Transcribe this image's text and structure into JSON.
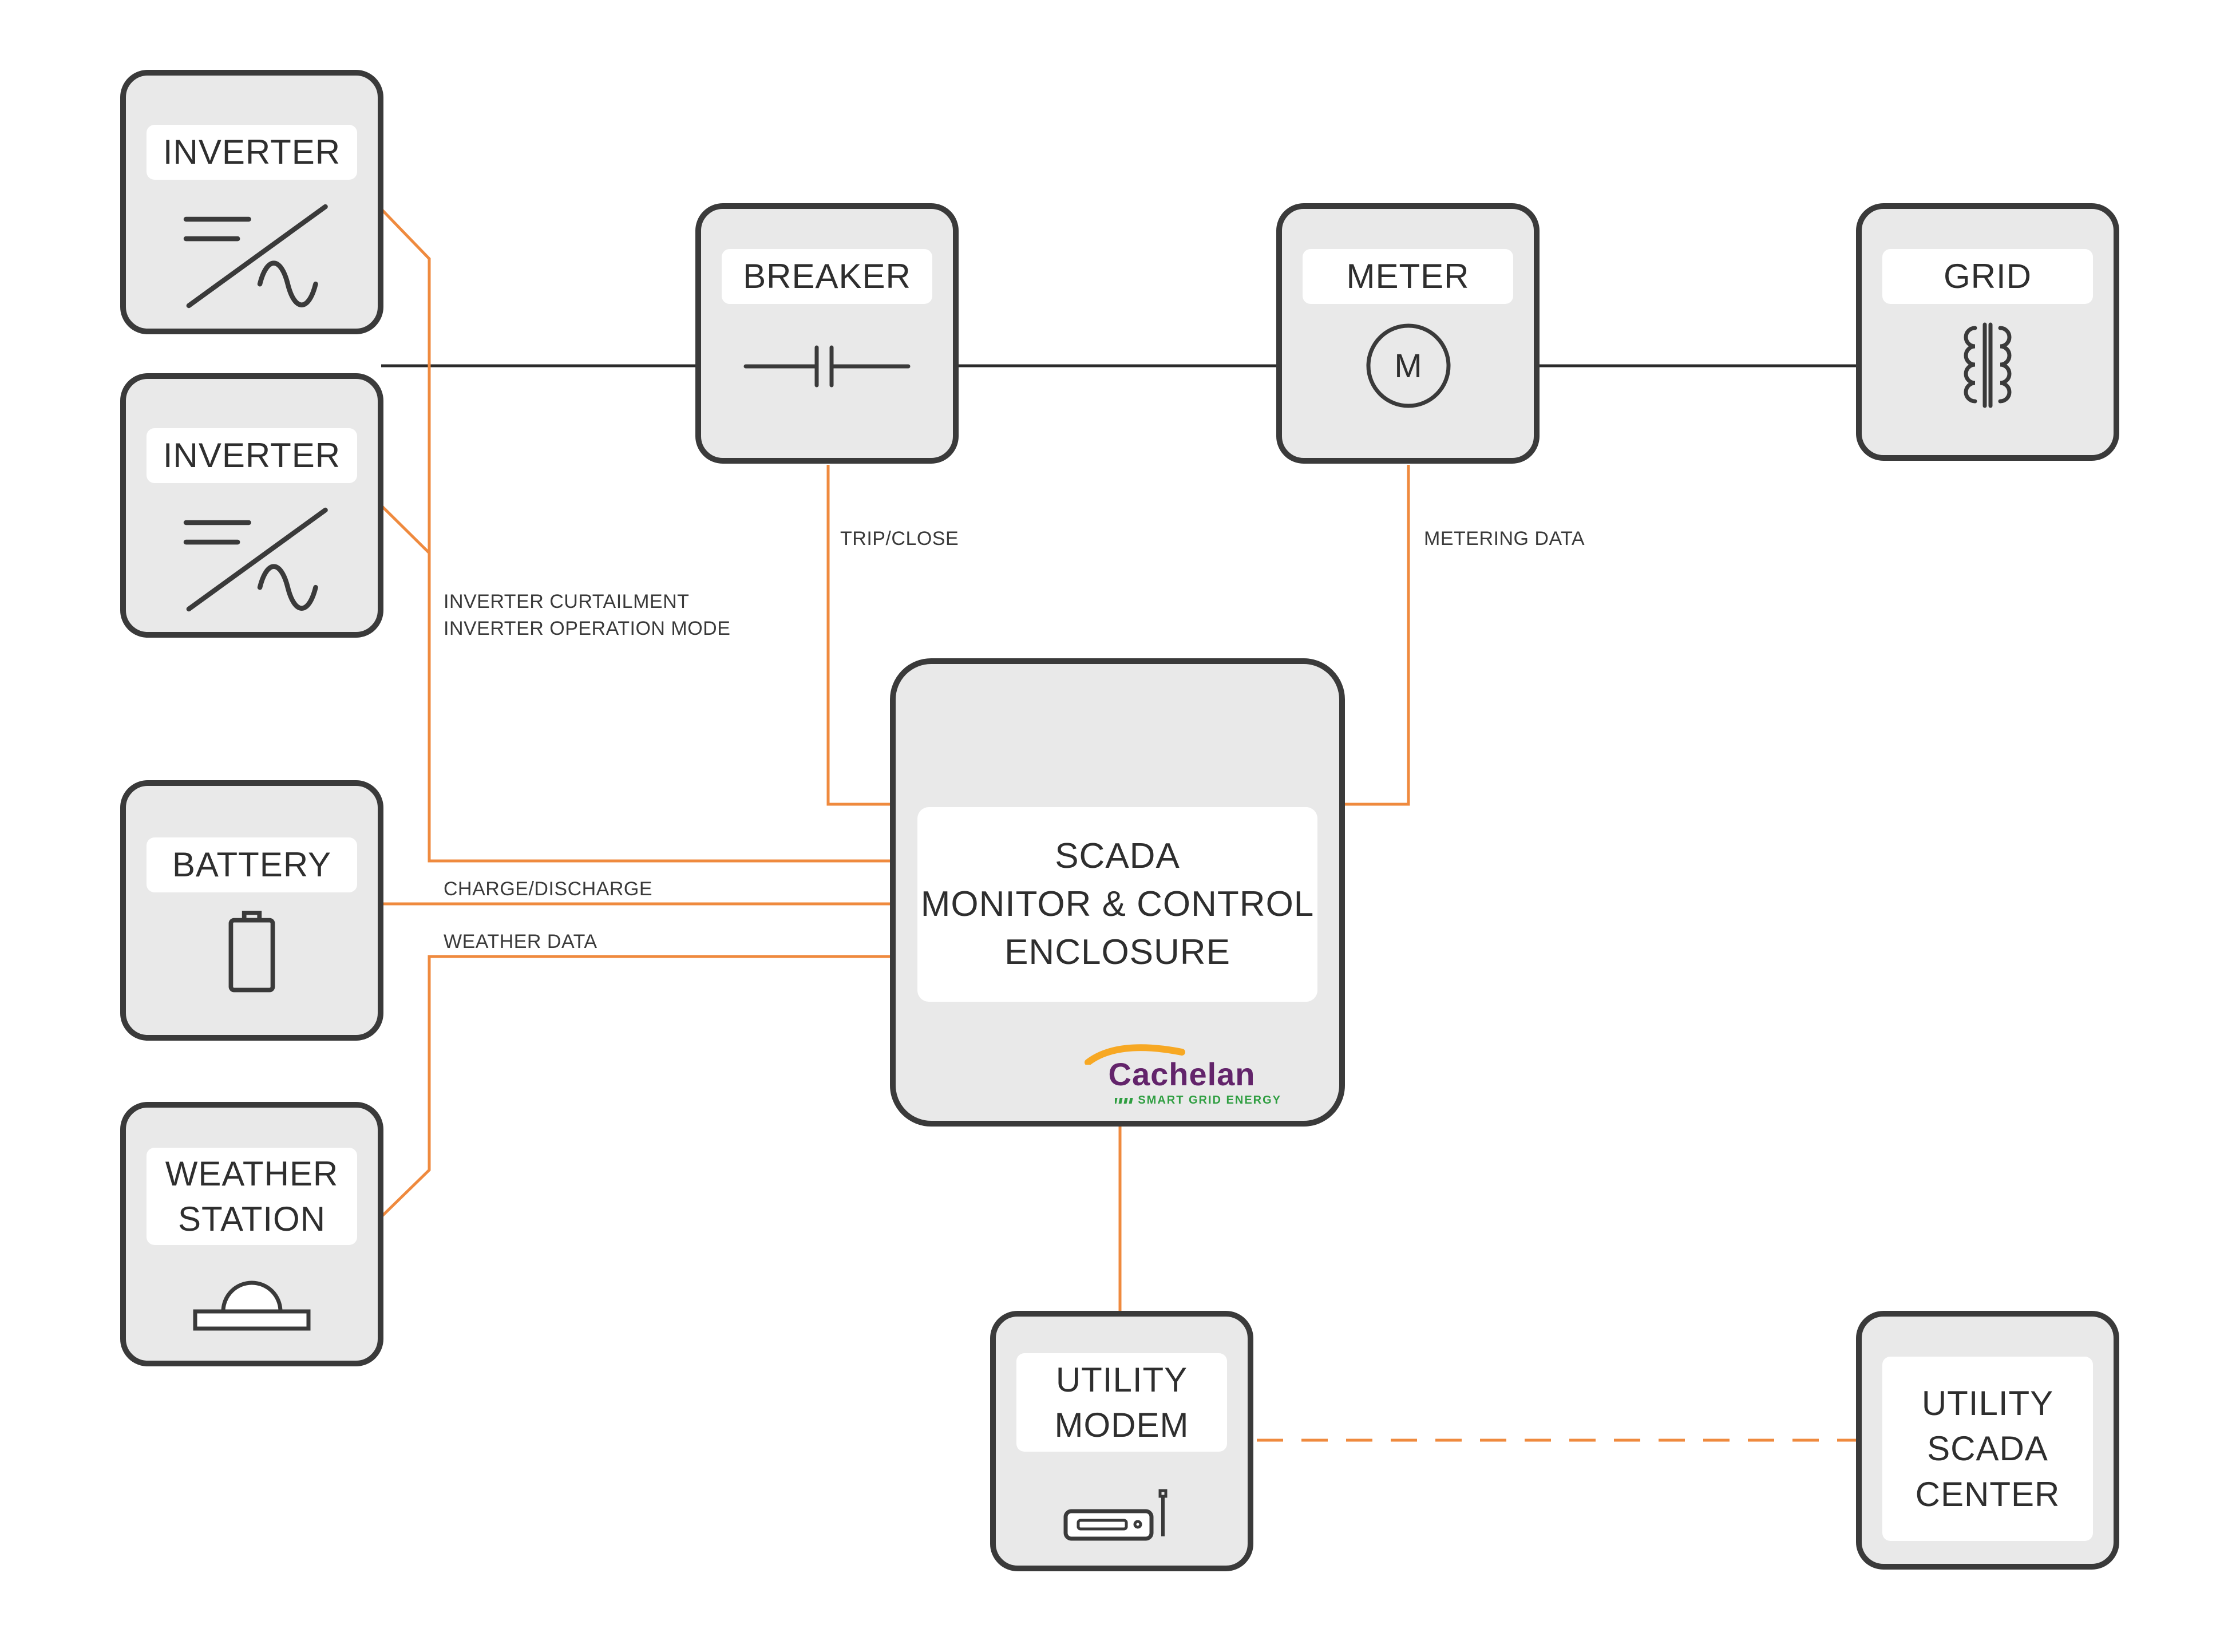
{
  "diagram": {
    "nodes": {
      "inverter1": {
        "label": "INVERTER"
      },
      "inverter2": {
        "label": "INVERTER"
      },
      "breaker": {
        "label": "BREAKER"
      },
      "meter": {
        "label": "METER",
        "dial_letter": "M"
      },
      "grid": {
        "label": "GRID"
      },
      "battery": {
        "label": "BATTERY"
      },
      "weather_station": {
        "label": "WEATHER\nSTATION"
      },
      "scada": {
        "label": "SCADA\nMONITOR & CONTROL\nENCLOSURE"
      },
      "utility_modem": {
        "label": "UTILITY\nMODEM"
      },
      "utility_scada_center": {
        "label": "UTILITY\nSCADA\nCENTER"
      }
    },
    "edge_labels": {
      "trip_close": "TRIP/CLOSE",
      "metering_data": "METERING DATA",
      "inverter_control": "INVERTER CURTAILMENT\nINVERTER OPERATION MODE",
      "charge_discharge": "CHARGE/DISCHARGE",
      "weather_data": "WEATHER DATA"
    },
    "logo": {
      "brand": "Cachelan",
      "tagline": "SMART GRID ENERGY"
    },
    "colors": {
      "control_line": "#ef8a3e",
      "power_line": "#2b2b2b",
      "node_fill": "#e9e9e9",
      "node_border": "#3a3a3a",
      "logo_purple": "#63246b",
      "logo_green": "#2f9e41",
      "logo_swoosh_orange": "#f7a823"
    }
  }
}
